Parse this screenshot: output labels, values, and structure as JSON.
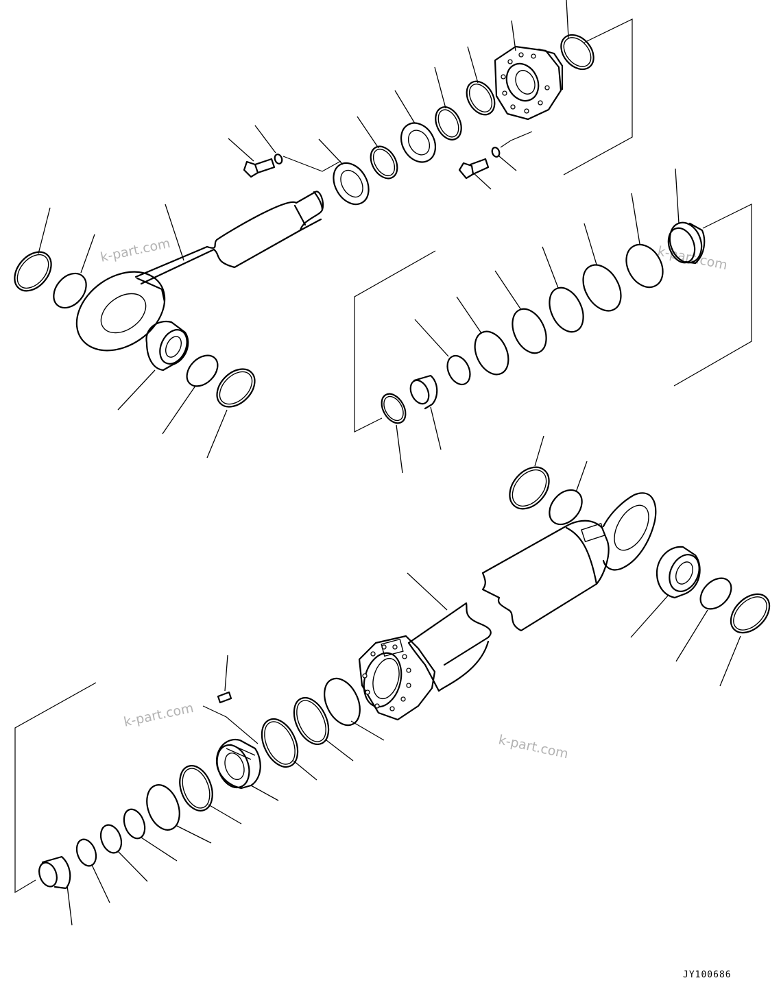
{
  "watermarks": [
    "k-part.com",
    "k-part.com",
    "k-part.com",
    "k-part.com"
  ],
  "figure_code": "JY100686",
  "icons": {
    "cylinder_tube": "cylinder-tube-icon",
    "piston_rod": "piston-rod-icon",
    "cylinder_head": "cylinder-head-icon",
    "piston": "piston-icon"
  }
}
